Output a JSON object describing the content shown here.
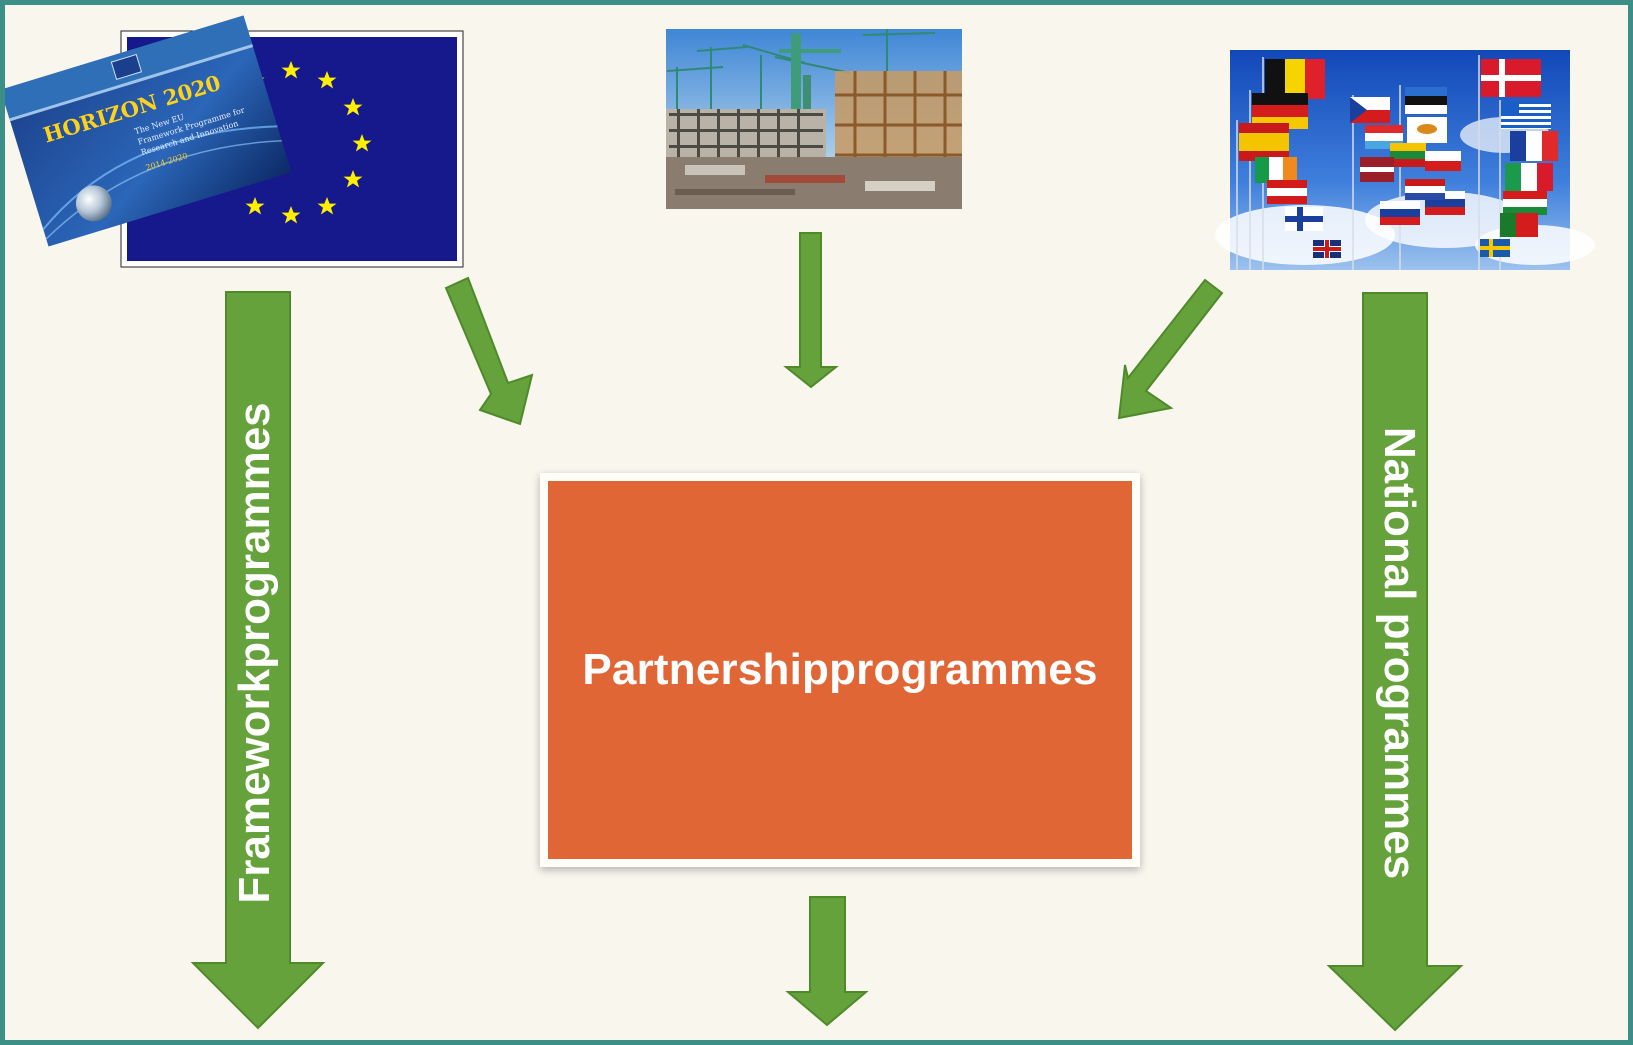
{
  "diagram": {
    "center_label": "Partnershipprogrammes",
    "left_arrow_label": "Frameworkprogrammes",
    "right_arrow_label": "National programmes",
    "brochure": {
      "title": "HORIZON 2020",
      "subtitle_lines": [
        "The New EU",
        "Framework Programme for",
        "Research and Innovation"
      ],
      "years": "2014-2020"
    },
    "images": [
      "eu-flag-with-horizon-2020-brochure",
      "construction-site-photo",
      "european-flags-photo"
    ]
  },
  "colors": {
    "background": "#f9f6ee",
    "frame": "#3b8f86",
    "arrow_fill": "#66a23b",
    "arrow_stroke": "#4e8a2a",
    "center_box": "#e06635",
    "eu_blue": "#15198c",
    "star_yellow": "#ffee00"
  }
}
